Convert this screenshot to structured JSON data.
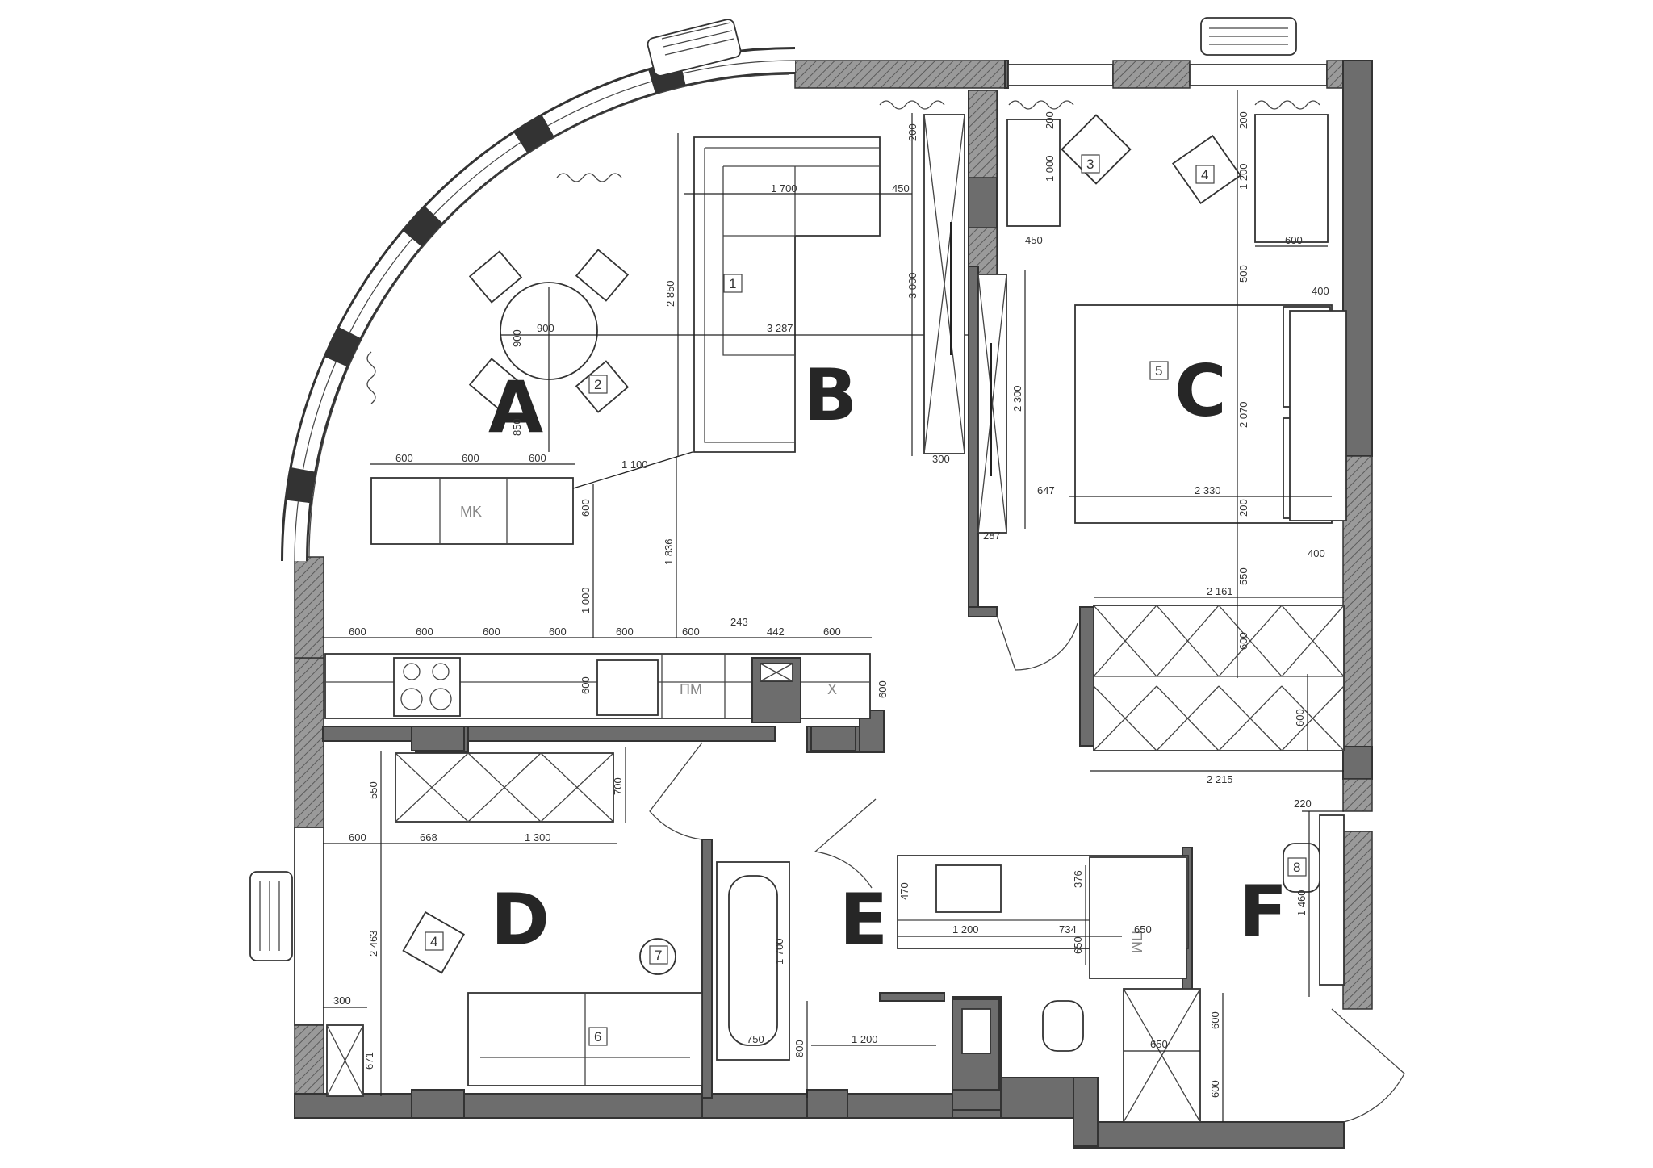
{
  "zones": [
    "A",
    "B",
    "C",
    "D",
    "E",
    "F"
  ],
  "tags": [
    "1",
    "2",
    "3",
    "4",
    "4",
    "5",
    "6",
    "7",
    "8"
  ],
  "appliance_labels": {
    "mk": "MK",
    "pm_kitchen": "ПМ",
    "x": "X",
    "pm_bath": "ПМ"
  },
  "dimensions": {
    "sofa_1700": "1 700",
    "sofa_450": "450",
    "d_2850": "2 850",
    "d_3287": "3 287",
    "table_900": "900",
    "table_900v": "900",
    "d_850": "850",
    "isl_600a": "600",
    "isl_600b": "600",
    "isl_600c": "600",
    "d_1100": "1 100",
    "d_600_isl": "600",
    "d_1000": "1 000",
    "d_1836": "1 836",
    "k_600_1": "600",
    "k_600_2": "600",
    "k_600_3": "600",
    "k_600_4": "600",
    "k_600_5": "600",
    "k_600_6": "600",
    "k_243": "243",
    "k_442": "442",
    "k_600_7": "600",
    "k_600_v": "600",
    "k_600_v2": "600",
    "tv_200": "200",
    "tv_3000": "3 000",
    "tv_300": "300",
    "d_287": "287",
    "d_2300": "2 300",
    "c_200": "200",
    "c_1000": "1 000",
    "c_450": "450",
    "c_200b": "200",
    "c_1200": "1 200",
    "c_600": "600",
    "c_500": "500",
    "c_400": "400",
    "c_2070": "2 070",
    "c_647": "647",
    "c_2330": "2 330",
    "c_200c": "200",
    "c_400b": "400",
    "c_550": "550",
    "c_2161": "2 161",
    "c_600v": "600",
    "c_600v2": "600",
    "c_2215": "2 215",
    "d_550": "550",
    "d_700": "700",
    "d_600h": "600",
    "d_668": "668",
    "d_1300": "1 300",
    "d_2463": "2 463",
    "d_300": "300",
    "d_671": "671",
    "e_470": "470",
    "e_376": "376",
    "e_1200": "1 200",
    "e_734": "734",
    "e_650": "650",
    "e_650v": "650",
    "e_1700": "1 700",
    "e_750": "750",
    "e_800": "800",
    "e_1200b": "1 200",
    "f_220": "220",
    "f_1460": "1 460",
    "f_650": "650",
    "f_600a": "600",
    "f_600b": "600"
  }
}
